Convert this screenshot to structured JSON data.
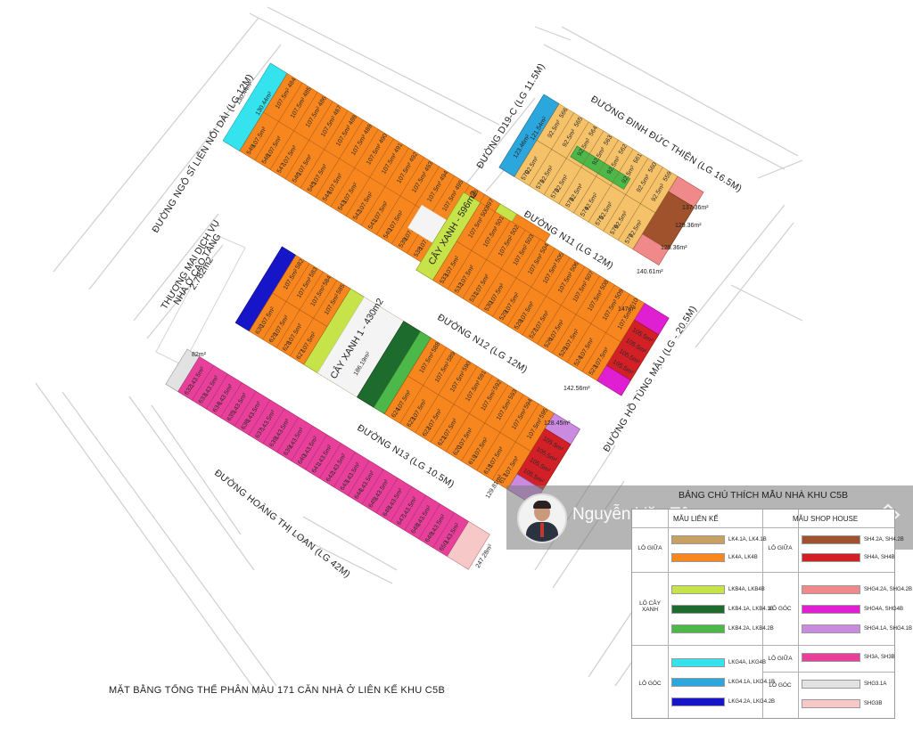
{
  "roads": {
    "ngo_si_lien": "ĐƯỜNG NGÔ SĨ LIÊN NỐI DÀI (LG 12M)",
    "d19c": "ĐƯỜNG D19-C (LG 11.5M)",
    "dinh_duc_thien": "ĐƯỜNG ĐINH ĐỨC THIỆN (LG 16.5M)",
    "n11": "ĐƯỜNG N11 (LG 12M)",
    "n12": "ĐƯỜNG N12 (LG 12M)",
    "n13": "ĐƯỜNG N13 (LG 10.5M)",
    "ho_tung_mau": "ĐƯỜNG HỒ TÙNG MẬU (LG - 20.5M)",
    "hoang_thi_loan": "ĐƯỜNG  HOÀNG THỊ LOAN (LG 42M)"
  },
  "zones": {
    "commercial_line1": "THƯƠNG MẠI DỊCH VỤ",
    "commercial_line2": "NHÀ Ở CAO TẦNG",
    "commercial_line3": "2.782m2",
    "green1": "CÂY XANH - 596m2",
    "green2": "CÂY XANH 1 - 430m2"
  },
  "lots": {
    "std": "107.5m²",
    "small": "92.5m²",
    "sh": "105.5m²",
    "hl": "143.5m²",
    "corner_a": "130.44m²",
    "corner_b": "130.44m²",
    "d19_a": "123.46m²",
    "d19_b": "121.54m²",
    "b3_a": "137.36m²",
    "b3_b": "129.36m²",
    "b3_c": "129.36m²",
    "b3_d": "140.61m²",
    "n12_corner": "147m²",
    "n12_low": "142.56m²",
    "n13_corner": "128.45m²",
    "n13_low": "129.81m²",
    "n13_green": "186.19m²",
    "hl_top": "82m²",
    "hl_end": "247.28m²",
    "ids_b1": [
      "549",
      "548",
      "547",
      "546",
      "545",
      "544",
      "543",
      "542",
      "541",
      "540",
      "539",
      "538",
      "537",
      "536",
      "535",
      "534"
    ],
    "ids_b1_top": [
      "484",
      "485",
      "486",
      "487",
      "488",
      "489",
      "490",
      "491",
      "492",
      "493",
      "494",
      "495",
      "496",
      "497",
      "498",
      "499"
    ],
    "ids_b3": [
      "570",
      "571",
      "572",
      "573",
      "574",
      "575",
      "576",
      "577",
      "578",
      "579",
      "580",
      "581"
    ],
    "ids_b3_top": [
      "566",
      "565",
      "564",
      "563",
      "562",
      "561",
      "560",
      "559",
      "558",
      "557",
      "556",
      "555"
    ],
    "ids_b2": [
      "533",
      "532",
      "531",
      "530",
      "529",
      "528",
      "527",
      "526",
      "525",
      "524",
      "523",
      "522",
      "521",
      "520",
      "519"
    ],
    "ids_b2_top": [
      "500",
      "501",
      "502",
      "503",
      "504",
      "505",
      "506",
      "507",
      "508",
      "509",
      "510",
      "511",
      "512",
      "513",
      "514"
    ],
    "ids_b4": [
      "630",
      "629",
      "628",
      "627",
      "626",
      "625",
      "624",
      "623",
      "622",
      "621",
      "620",
      "619",
      "618",
      "617",
      "616",
      "615",
      "614",
      "613",
      "612",
      "611"
    ],
    "ids_b4_top": [
      "582",
      "583",
      "584",
      "585",
      "586",
      "587",
      "588",
      "589",
      "590",
      "591",
      "592",
      "593",
      "594",
      "595",
      "596",
      "597",
      "598",
      "599",
      "600",
      "601"
    ],
    "ids_b5": [
      "631",
      "632",
      "633",
      "634",
      "635",
      "636",
      "637",
      "638",
      "639",
      "640",
      "641",
      "642",
      "643",
      "644",
      "645",
      "646",
      "647",
      "648",
      "649",
      "650"
    ]
  },
  "watermark": {
    "name": "Nguyễn Văn Tâm"
  },
  "legend": {
    "title": "BẢNG CHÚ THÍCH MẪU NHÀ KHU C5B",
    "col_left": "MẪU LIÊN KẾ",
    "col_right": "MẪU SHOP HOUSE",
    "left_groups": [
      "LÔ GIỮA",
      "LÔ CÂY XANH",
      "LÔ GÓC"
    ],
    "right_groups": [
      "LÔ GIỮA",
      "LÔ GÓC",
      "LÔ GIỮA",
      "LÔ GÓC"
    ],
    "left_items": [
      {
        "label": "LK4.1A, LK4.1B",
        "color": "#c9a064"
      },
      {
        "label": "LK4A, LK4B",
        "color": "#f7861e"
      },
      {
        "label": "LKB4A, LKB4B",
        "color": "#c6e34a"
      },
      {
        "label": "LKB4.1A, LKB4.1B",
        "color": "#1e6b2e"
      },
      {
        "label": "LKB4.2A, LKB4.2B",
        "color": "#4db84a"
      },
      {
        "label": "LKG4A, LKG4B",
        "color": "#35e3ee"
      },
      {
        "label": "LKG4.1A, LKG4.1B",
        "color": "#2ba7de"
      },
      {
        "label": "LKG4.2A, LKG4.2B",
        "color": "#1616c8"
      }
    ],
    "right_items": [
      {
        "label": "SH4.2A,  SH4.2B",
        "color": "#a0522d"
      },
      {
        "label": "SH4A,  SH4B",
        "color": "#d32027"
      },
      {
        "label": "SHG4.2A,  SHG4.2B",
        "color": "#f08a8a"
      },
      {
        "label": "SHG4A,  SHG4B",
        "color": "#e11fd2"
      },
      {
        "label": "SHG4.1A,  SHG4.1B",
        "color": "#c98ae0"
      },
      {
        "label": "SH3A,  SH3B",
        "color": "#e8409a"
      },
      {
        "label": "SHG3.1A",
        "color": "#e2e2e2"
      },
      {
        "label": "SHG3B",
        "color": "#f7c8c8"
      }
    ]
  },
  "caption": "MẶT BẰNG TỔNG THỂ PHÂN MÀU 171 CĂN NHÀ Ở LIÊN KẾ KHU C5B",
  "colors": {
    "orange": "#f7861e",
    "orange_light": "#f5c26a",
    "pink": "#e8409a",
    "cyan": "#35e3ee",
    "blue": "#1616c8",
    "sky": "#2ba7de",
    "lime": "#c6e34a",
    "dark_green": "#1e6b2e",
    "green": "#4db84a",
    "red": "#d32027",
    "magenta": "#e11fd2",
    "lavender": "#c98ae0",
    "brown": "#a0522d",
    "salmon": "#f08a8a",
    "gray": "#e2e2e2",
    "blush": "#f7c8c8",
    "tan": "#c9a064",
    "road_edge": "#c9c9c9"
  },
  "icons": [
    "user-avatar-icon",
    "house-logo-icon"
  ]
}
